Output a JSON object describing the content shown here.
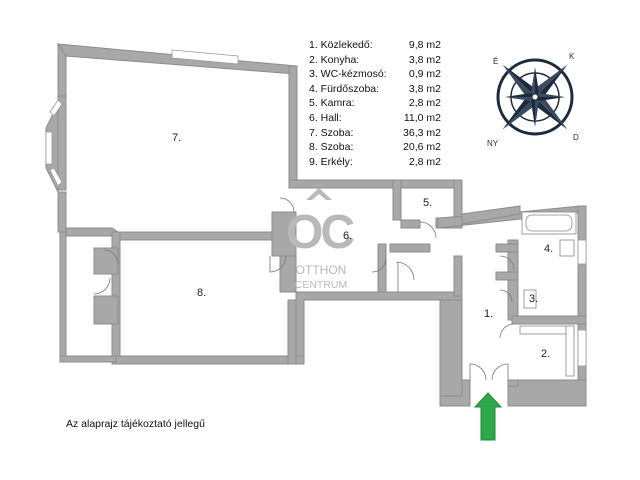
{
  "legend": [
    {
      "name": "1. Közlekedő:",
      "area": "9,8 m2"
    },
    {
      "name": "2. Konyha:",
      "area": "3,8 m2"
    },
    {
      "name": "3. WC-kézmosó:",
      "area": "0,9 m2"
    },
    {
      "name": "4. Fürdőszoba:",
      "area": "3,8 m2"
    },
    {
      "name": "5. Kamra:",
      "area": "2,8 m2"
    },
    {
      "name": "6. Hall:",
      "area": "11,0 m2"
    },
    {
      "name": "7. Szoba:",
      "area": "36,3 m2"
    },
    {
      "name": "8. Szoba:",
      "area": "20,6 m2"
    },
    {
      "name": "9. Erkély:",
      "area": "2,8 m2"
    }
  ],
  "rooms": [
    "1.",
    "2.",
    "3.",
    "4.",
    "5.",
    "6.",
    "7.",
    "8."
  ],
  "compass": {
    "letters": [
      "É",
      "K",
      "D",
      "NY"
    ]
  },
  "watermark": {
    "monogram": "OC",
    "line1": "OTTHON",
    "line2": "CENTRUM"
  },
  "note": "Az alaprajz tájékoztató jellegű",
  "colors": {
    "wall": "#a8a8a8",
    "entrance_arrow": "#2ea84a",
    "compass": "#1e2b3d"
  }
}
